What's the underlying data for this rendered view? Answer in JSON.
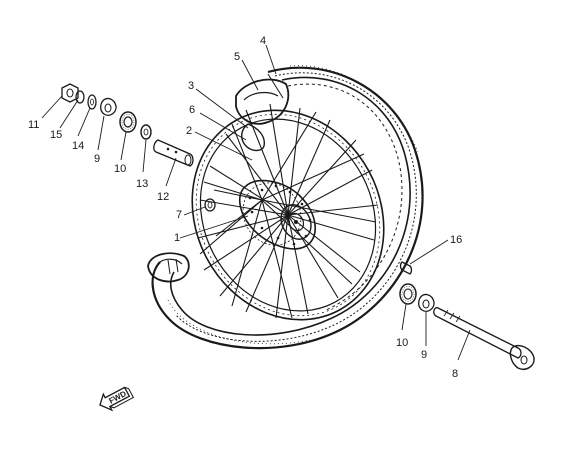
{
  "diagram": {
    "callouts": [
      {
        "id": "c-11",
        "text": "11"
      },
      {
        "id": "c-15",
        "text": "15"
      },
      {
        "id": "c-14",
        "text": "14"
      },
      {
        "id": "c-9a",
        "text": "9"
      },
      {
        "id": "c-10a",
        "text": "10"
      },
      {
        "id": "c-13",
        "text": "13"
      },
      {
        "id": "c-12",
        "text": "12"
      },
      {
        "id": "c-3",
        "text": "3"
      },
      {
        "id": "c-6",
        "text": "6"
      },
      {
        "id": "c-2",
        "text": "2"
      },
      {
        "id": "c-5",
        "text": "5"
      },
      {
        "id": "c-4",
        "text": "4"
      },
      {
        "id": "c-7",
        "text": "7"
      },
      {
        "id": "c-1",
        "text": "1"
      },
      {
        "id": "c-16",
        "text": "16"
      },
      {
        "id": "c-10b",
        "text": "10"
      },
      {
        "id": "c-9b",
        "text": "9"
      },
      {
        "id": "c-8",
        "text": "8"
      }
    ],
    "direction_badge": "FWD"
  }
}
